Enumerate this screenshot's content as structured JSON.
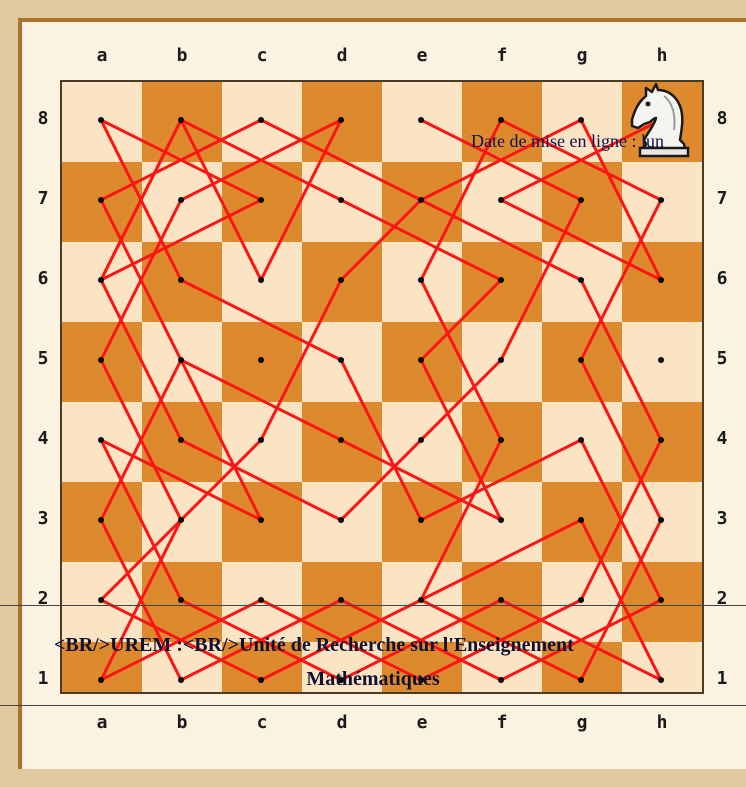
{
  "board": {
    "files": [
      "a",
      "b",
      "c",
      "d",
      "e",
      "f",
      "g",
      "h"
    ],
    "ranks": [
      "8",
      "7",
      "6",
      "5",
      "4",
      "3",
      "2",
      "1"
    ],
    "light_color": "#fbe4c4",
    "dark_color": "#dd8a2f",
    "frame_color": "#e2c89e",
    "path_color": "#ff1414",
    "dot_color": "#000000",
    "piece_icon": "white-knight-icon",
    "piece_square": "h8"
  },
  "knight_tour": [
    "h8",
    "f7",
    "h6",
    "g8",
    "e7",
    "g6",
    "h4",
    "g2",
    "e1",
    "c2",
    "a1",
    "b3",
    "a5",
    "b7",
    "d8",
    "c6",
    "b8",
    "a6",
    "c7",
    "a8",
    "b6",
    "d5",
    "e3",
    "g4",
    "h2",
    "f1",
    "d2",
    "b1",
    "a3",
    "b5",
    "a7",
    "c8",
    "e7",
    "d6",
    "c4",
    "a2",
    "c1",
    "e2",
    "g1",
    "h3",
    "g5",
    "h7",
    "f8",
    "e6",
    "f4",
    "e2",
    "g3",
    "h1",
    "f2",
    "d1",
    "b2",
    "a4",
    "c3",
    "b5",
    "d4",
    "f3",
    "e5",
    "f6",
    "d7",
    "b8",
    "a6",
    "b4",
    "d3",
    "f5",
    "g7",
    "e8"
  ],
  "text": {
    "date_line": "Date de mise en ligne : lun",
    "credit_title": "<BR/>UREM :<BR/>Unité de Recherche sur l'Enseignement",
    "credit_sub": "Mathématiques"
  }
}
